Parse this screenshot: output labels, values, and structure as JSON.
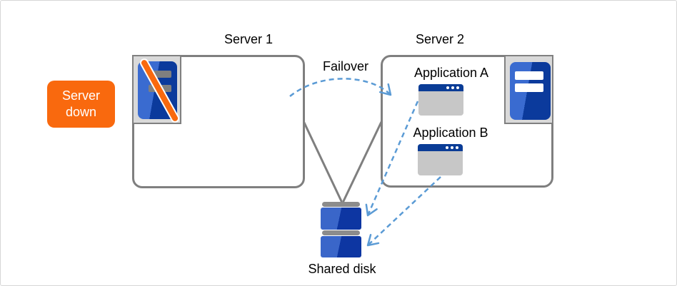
{
  "badge": {
    "text": "Server down"
  },
  "servers": [
    {
      "label": "Server 1",
      "status": "down"
    },
    {
      "label": "Server 2",
      "status": "active"
    }
  ],
  "failover": {
    "label": "Failover"
  },
  "applications": [
    {
      "label": "Application A",
      "host": "Server 2"
    },
    {
      "label": "Application B",
      "host": "Server 2"
    }
  ],
  "shared_disk": {
    "label": "Shared disk"
  },
  "colors": {
    "badge-orange": "#f9690e",
    "arrow-blue": "#5b9bd5",
    "line-gray": "#7f7f7f",
    "blue-dark": "#0b3a9c",
    "blue-light": "#3a6bd0",
    "titlebar-navy": "#0a3c96",
    "icon-bg": "#d9d9d9",
    "app-body": "#c7c7c7",
    "bar-gray": "#8c8c8c"
  }
}
